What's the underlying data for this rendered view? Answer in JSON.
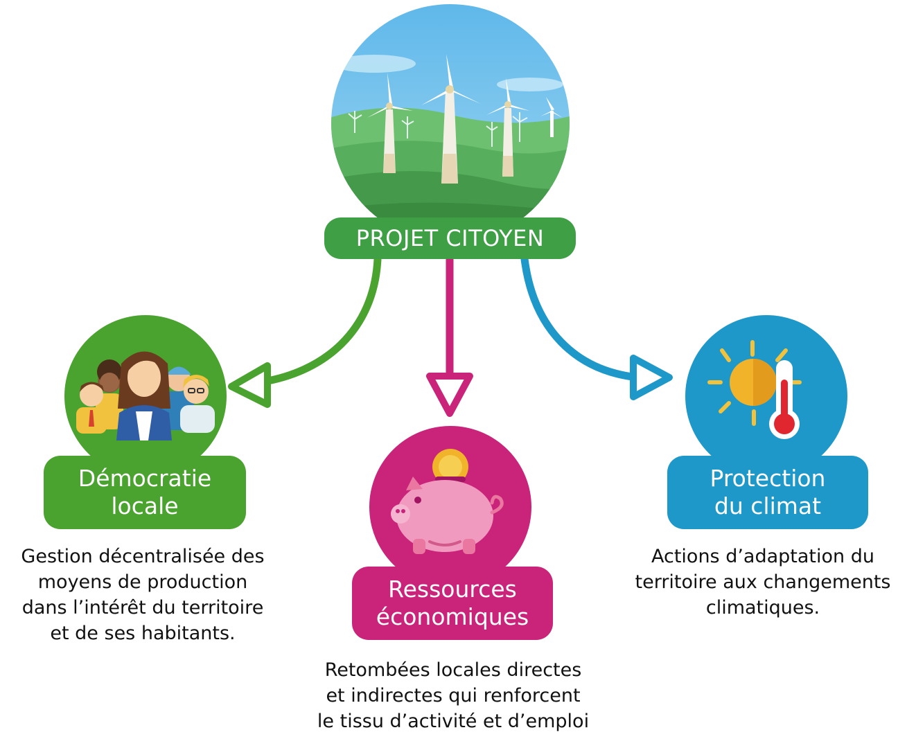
{
  "root": {
    "label": "PROJET CITOYEN",
    "color": "#3e9f45",
    "illustration": "wind-turbines-landscape"
  },
  "branches": [
    {
      "id": "democratie",
      "title_lines": [
        "Démocratie",
        "locale"
      ],
      "color": "#4aa22f",
      "illustration": "group-of-citizens",
      "description_lines": [
        "Gestion décentralisée des",
        "moyens de production",
        "dans l’intérêt du territoire",
        "et de ses habitants."
      ]
    },
    {
      "id": "ressources",
      "title_lines": [
        "Ressources",
        "économiques"
      ],
      "color": "#c9237a",
      "illustration": "piggy-bank-with-coin",
      "description_lines": [
        "Retombées locales directes",
        "et indirectes qui renforcent",
        "le tissu d’activité et d’emploi"
      ]
    },
    {
      "id": "climat",
      "title_lines": [
        "Protection",
        "du climat"
      ],
      "color": "#1e98c8",
      "illustration": "sun-and-thermometer",
      "description_lines": [
        "Actions d’adaptation du",
        "territoire aux changements",
        "climatiques."
      ]
    }
  ]
}
